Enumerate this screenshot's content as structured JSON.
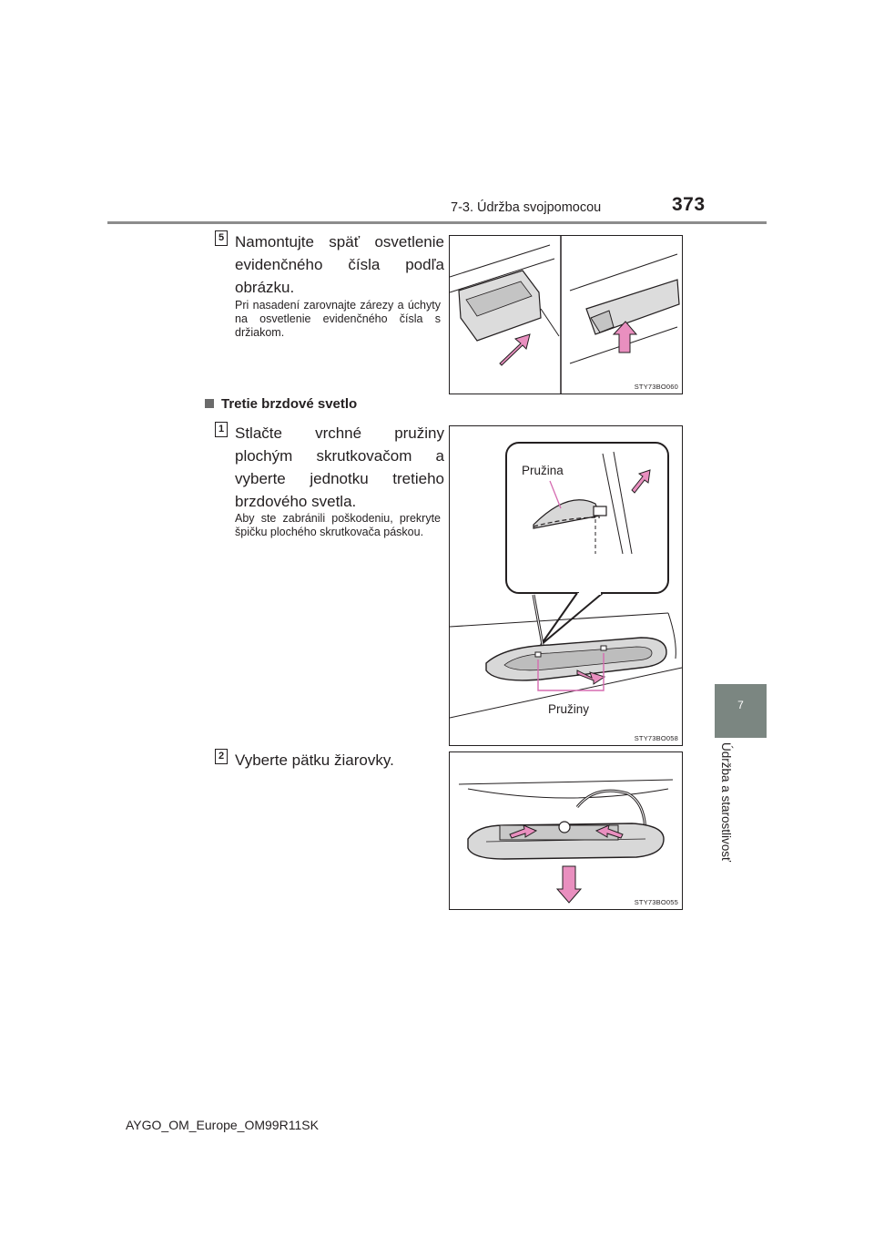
{
  "header": {
    "section_title": "7-3. Údržba svojpomocou",
    "page_number": "373"
  },
  "side_tab": {
    "chapter_number": "7",
    "chapter_title": "Údržba a starostlivosť"
  },
  "step5": {
    "badge": "5",
    "text": "Namontujte späť osvetlenie evidenčného čísla podľa obrázku.",
    "note": "Pri nasadení zarovnajte zárezy a úchyty na osvetlenie evidenčného čísla s držiakom.",
    "figure_code": "STY73BO060"
  },
  "section": {
    "heading": "Tretie brzdové svetlo"
  },
  "step1": {
    "badge": "1",
    "text": "Stlačte vrchné pružiny plochým skrutkovačom a vyberte jednotku tretieho brzdového svetla.",
    "note": "Aby ste zabránili poškodeniu, prekryte špičku plochého skrutkovača páskou.",
    "figure_code": "STY73BO058",
    "callout_spring": "Pružina",
    "callout_springs": "Pružiny"
  },
  "step2": {
    "badge": "2",
    "text": "Vyberte pätku žiarovky.",
    "figure_code": "STY73BO055"
  },
  "footer": {
    "doc_id": "AYGO_OM_Europe_OM99R11SK"
  },
  "colors": {
    "arrow_fill": "#e98fbf",
    "callout_line": "#d56bb0",
    "tab_gray": "#7b8681",
    "rule_gray": "#8c8c8c"
  }
}
